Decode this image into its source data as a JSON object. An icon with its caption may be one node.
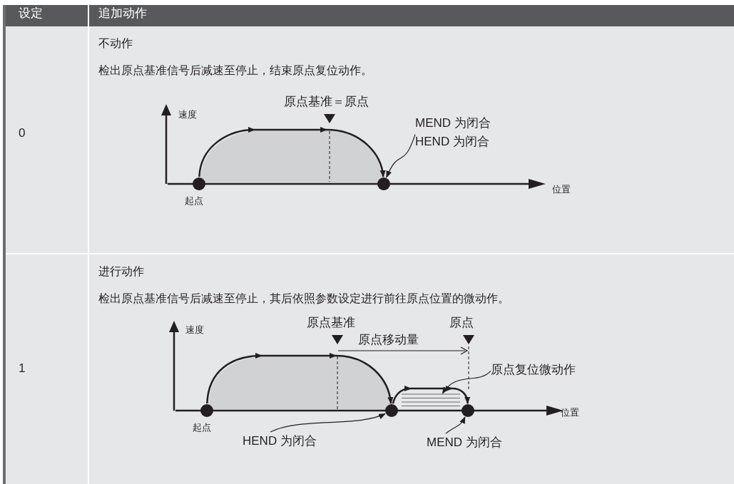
{
  "diagram": {
    "nodes": [
      {
        "text": [],
        "shape": "circle",
        "beside": [
          "起点"
        ]
      },
      {
        "text": [],
        "shape": "circle"
      },
      {
        "text": [
          "MEND 为闭合",
          "HEND 为闭合"
        ]
      },
      {
        "text": [],
        "shape": "circle",
        "beside": [
          "起点"
        ]
      },
      {
        "text": [],
        "shape": "circle"
      },
      {
        "text": [],
        "shape": "circle"
      },
      {
        "text": [
          "HEND 为闭合"
        ]
      },
      {
        "text": [
          "MEND 为闭合"
        ]
      },
      {
        "text": [
          "原点复位微动作"
        ]
      },
      {
        "text": [],
        "shape": "hatch"
      }
    ],
    "edges": [
      {
        "from": 2,
        "to": 1,
        "arrow": "to"
      },
      {
        "from": 6,
        "to": 4,
        "arrow": "to"
      },
      {
        "from": 7,
        "to": 5,
        "arrow": "to"
      },
      {
        "from": 8,
        "to": 9,
        "arrow": "to"
      },
      {
        "from": 0,
        "to": 1,
        "arrow": "to"
      },
      {
        "from": 3,
        "to": 4,
        "arrow": "to"
      },
      {
        "from": 4,
        "to": 5,
        "arrow": "to"
      }
    ],
    "labels": [
      "设定",
      "追加动作",
      "0",
      "不动作",
      "检出原点基准信号后减速至停止，结束原点复位动作。",
      "速度",
      "原点基准＝原点",
      "位置",
      "1",
      "进行动作",
      "检出原点基准信号后减速至停止，其后依照参数设定进行前往原点位置的微动作。",
      "速度",
      "原点基准",
      "原点",
      "原点移动量",
      "位置"
    ]
  }
}
